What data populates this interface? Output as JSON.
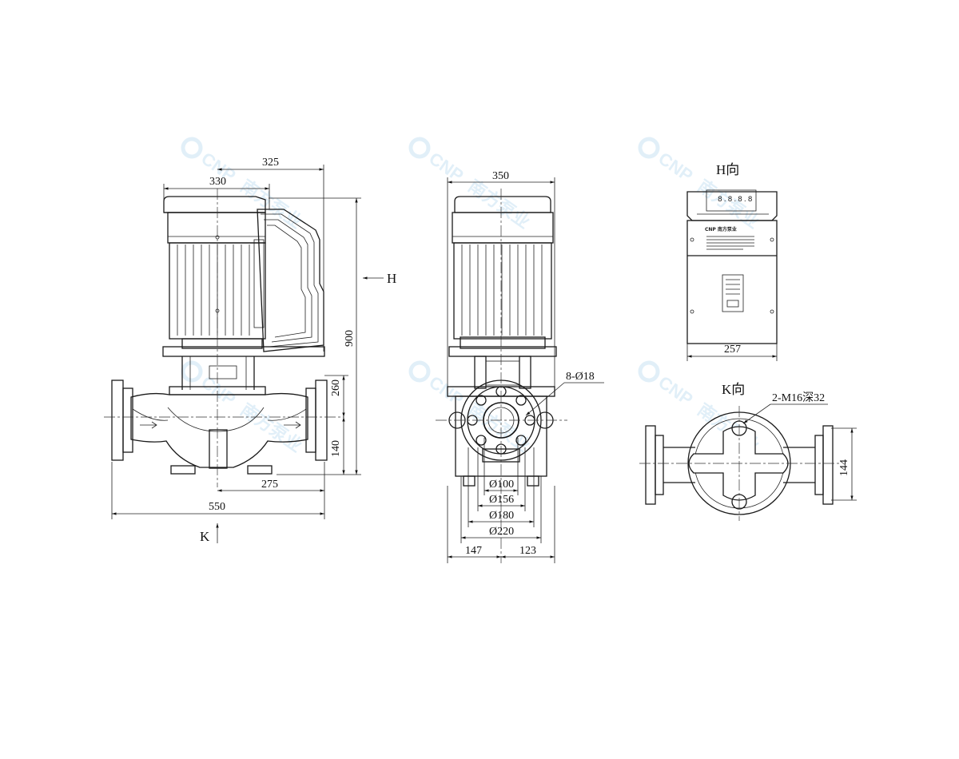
{
  "watermark": {
    "brand": "CNP",
    "text": "南方泵业",
    "color": "#4aa0d8"
  },
  "front_view": {
    "dim_330": "330",
    "dim_325": "325",
    "dim_900": "900",
    "dim_260": "260",
    "dim_140": "140",
    "dim_275": "275",
    "dim_550": "550",
    "label_H": "H",
    "label_K": "K"
  },
  "side_view": {
    "dim_350": "350",
    "bolt_holes": "8-Ø18",
    "dia_100": "Ø100",
    "dia_156": "Ø156",
    "dia_180": "Ø180",
    "dia_220": "Ø220",
    "dim_147": "147",
    "dim_123": "123"
  },
  "h_view": {
    "title": "H向",
    "display": "8.8.8.8",
    "logo": "CNP 南方泵业",
    "dim_257": "257"
  },
  "k_view": {
    "title": "K向",
    "thread": "2-M16深32",
    "dim_144": "144"
  }
}
